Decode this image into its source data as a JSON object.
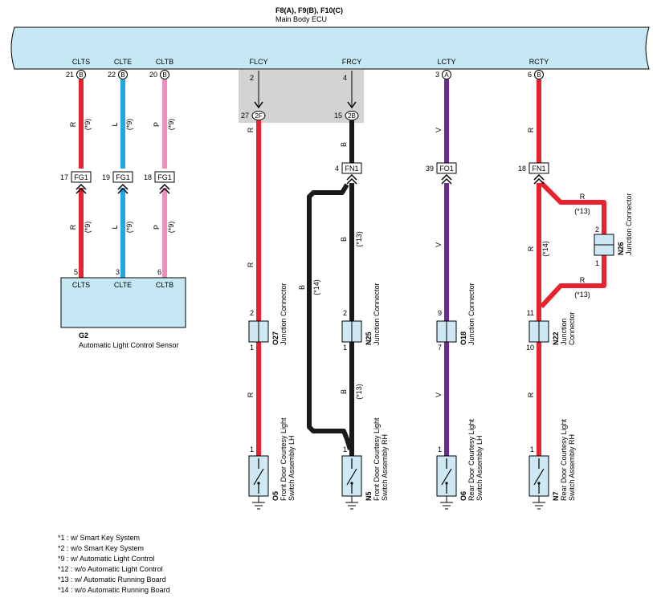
{
  "header": {
    "connectors": "F8(A), F9(B), F10(C)",
    "ecu_name": "Main Body ECU"
  },
  "ecu_terminals": {
    "clts": {
      "name": "CLTS",
      "pin": "21",
      "conn": "B"
    },
    "clte": {
      "name": "CLTE",
      "pin": "22",
      "conn": "B"
    },
    "cltb": {
      "name": "CLTB",
      "pin": "20",
      "conn": "B"
    },
    "flcy": {
      "name": "FLCY",
      "pin": "2"
    },
    "frcy": {
      "name": "FRCY",
      "pin": "4"
    },
    "lcty": {
      "name": "LCTY",
      "pin": "3",
      "conn": "A"
    },
    "rcty": {
      "name": "RCTY",
      "pin": "6",
      "conn": "B"
    }
  },
  "junction_blocks": {
    "flcy": {
      "pin": "27",
      "label": "2F"
    },
    "frcy": {
      "pin": "15",
      "label": "2B"
    }
  },
  "inline_connectors": [
    {
      "pin": "17",
      "label": "FG1"
    },
    {
      "pin": "19",
      "label": "FG1"
    },
    {
      "pin": "18",
      "label": "FG1"
    },
    {
      "pin": "4",
      "label": "FN1"
    },
    {
      "pin": "39",
      "label": "FO1"
    },
    {
      "pin": "18",
      "label": "FN1"
    }
  ],
  "wire_labels": {
    "R": "R",
    "L": "L",
    "P": "P",
    "B": "B",
    "V": "V",
    "n9": "(*9)",
    "n13": "(*13)",
    "n14": "(*14)"
  },
  "sensor": {
    "code": "G2",
    "name": "Automatic Light Control Sensor",
    "terminals": [
      "CLTS",
      "CLTE",
      "CLTB"
    ],
    "pins": [
      "5",
      "3",
      "6"
    ]
  },
  "junctions": [
    {
      "code": "O27",
      "name": "Junction Connector",
      "pin_top": "2",
      "pin_bottom": "1"
    },
    {
      "code": "N25",
      "name": "Junction Connector",
      "pin_top": "2",
      "pin_bottom": "1"
    },
    {
      "code": "O18",
      "name": "Junction Connector",
      "pin_top": "9",
      "pin_bottom": "7"
    },
    {
      "code": "N22",
      "name_line1": "Junction",
      "name_line2": "Connector",
      "pin_top": "11",
      "pin_bottom": "10"
    },
    {
      "code": "N26",
      "name": "Junction Connector",
      "pin_top": "2",
      "pin_bottom": "1"
    }
  ],
  "switches": [
    {
      "code": "O5",
      "line1": "Front Door Courtesy Light",
      "line2": "Switch Assembly LH",
      "pin": "1"
    },
    {
      "code": "N5",
      "line1": "Front Door Courtesy Light",
      "line2": "Switch Assembly RH",
      "pin": "1"
    },
    {
      "code": "O6",
      "line1": "Rear Door Courtesy Light",
      "line2": "Switch Assembly LH",
      "pin": "1"
    },
    {
      "code": "N7",
      "line1": "Rear Door Courtesy Light",
      "line2": "Switch Assembly RH",
      "pin": "1"
    }
  ],
  "notes": [
    "*1 : w/ Smart Key System",
    "*2 : w/o Smart Key System",
    "*9 : w/ Automatic Light Control",
    "*12 : w/o Automatic Light Control",
    "*13 : w/ Automatic Running Board",
    "*14 : w/o Automatic Running Board"
  ],
  "colors": {
    "ecu_fill": "#c6e8f5",
    "junction_fill": "#cfe9f4",
    "shade": "#d3d3d3",
    "red": "#e8232d",
    "blue": "#22a8e0",
    "pink": "#ef8cc0",
    "black": "#1a1a1a",
    "violet": "#6a2a91"
  }
}
